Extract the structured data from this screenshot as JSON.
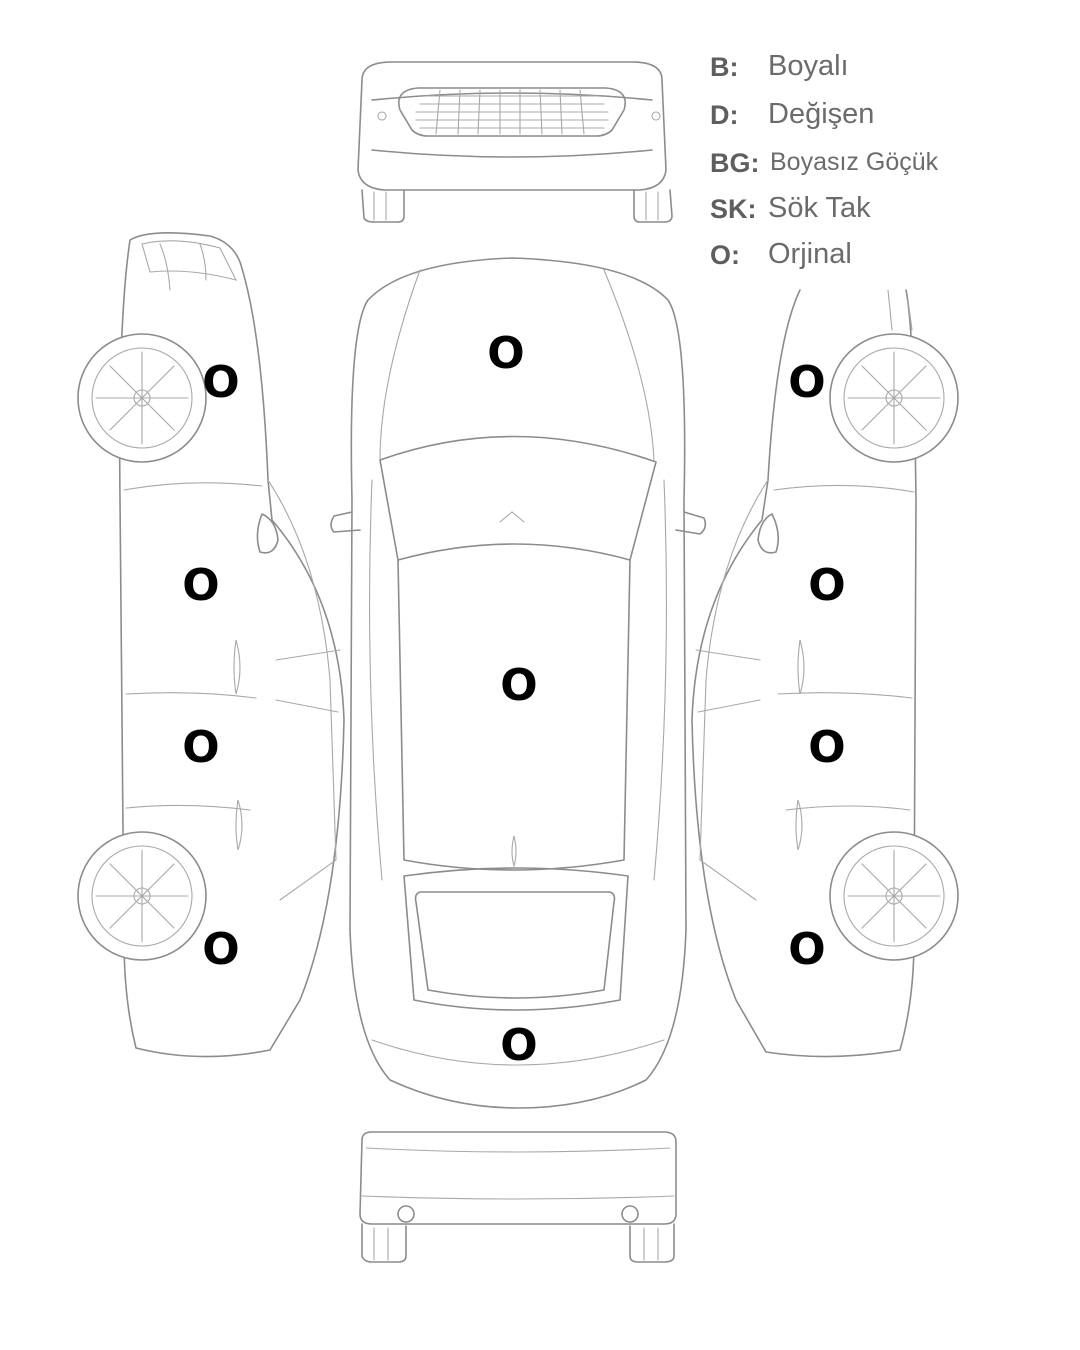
{
  "legend": [
    {
      "code": "B:",
      "label": "Boyalı"
    },
    {
      "code": "D:",
      "label": "Değişen"
    },
    {
      "code": "BG:",
      "label": "Boyasız Göçük"
    },
    {
      "code": "SK:",
      "label": "Sök Tak"
    },
    {
      "code": "O:",
      "label": "Orjinal"
    }
  ],
  "panels": {
    "hood": "O",
    "roof": "O",
    "trunk": "O",
    "left_front_fender": "O",
    "left_front_door": "O",
    "left_rear_door": "O",
    "left_rear_fender": "O",
    "right_front_fender": "O",
    "right_front_door": "O",
    "right_rear_door": "O",
    "right_rear_fender": "O"
  },
  "colors": {
    "line": "#8c8c8c",
    "mark": "#000000",
    "legend_text": "#6b6b6b"
  }
}
